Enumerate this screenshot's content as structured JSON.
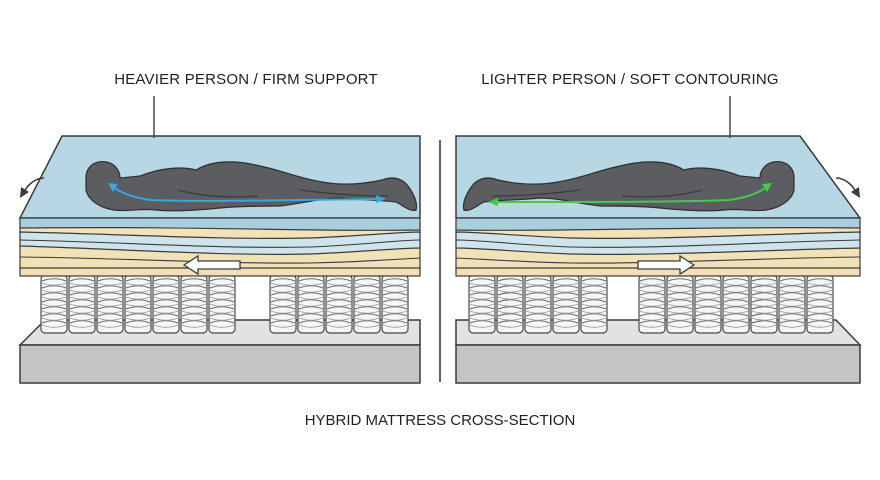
{
  "labels": {
    "left": "HEAVIER PERSON / FIRM SUPPORT",
    "right": "LIGHTER PERSON / SOFT CONTOURING",
    "caption": "HYBRID MATTRESS CROSS-SECTION"
  },
  "colors": {
    "comfort_foam": "#b7d7e4",
    "latex_layer": "#f3e2b8",
    "transition_foam": "#cfe4ec",
    "base_foam": "#c8c8c8",
    "body_silhouette": "#5b5d60",
    "left_spine_line": "#39a6df",
    "right_spine_line": "#45c94d",
    "outline": "#3b3b3b"
  },
  "icons": {
    "left_motion_arrow": "curved-arrow-left-icon",
    "right_motion_arrow": "curved-arrow-right-icon",
    "left_flow_arrow": "arrow-left-icon",
    "right_flow_arrow": "arrow-right-icon"
  }
}
